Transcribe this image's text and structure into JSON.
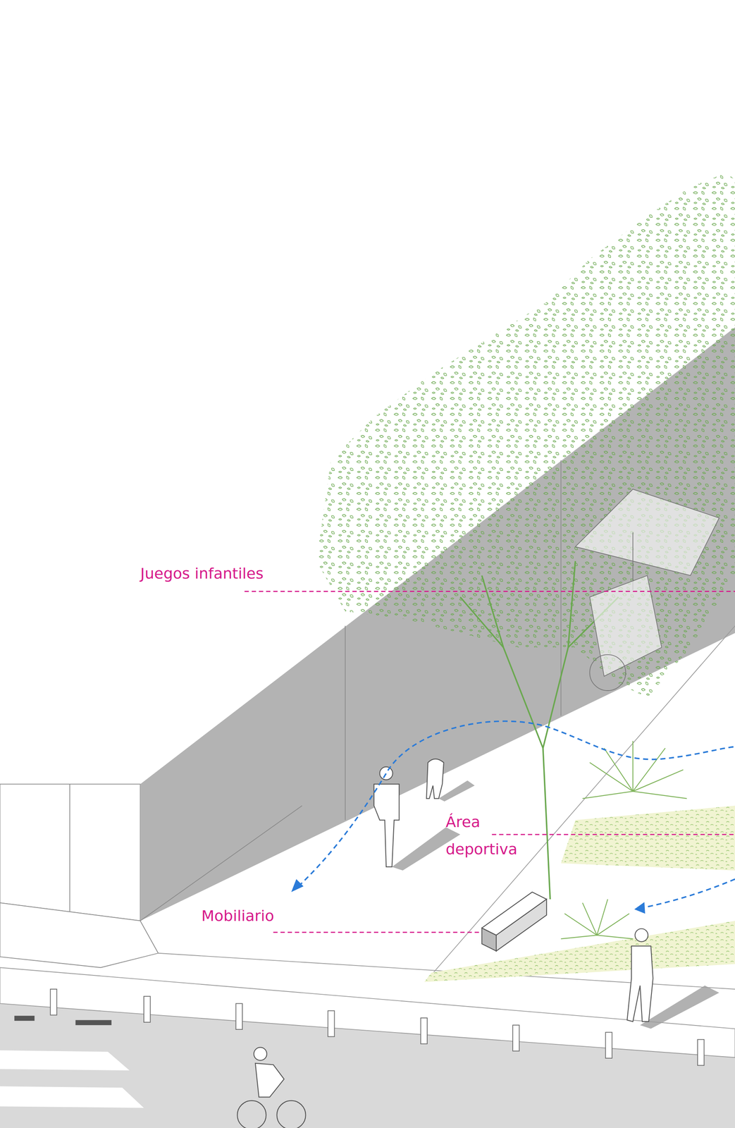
{
  "diagram": {
    "labels": [
      "Juegos infantiles",
      "Área deportiva",
      "Mobiliario"
    ]
  }
}
